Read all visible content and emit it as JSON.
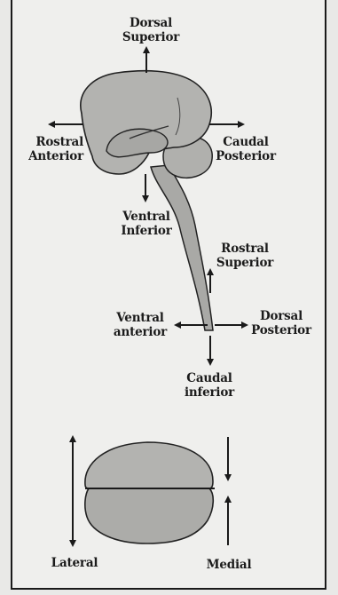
{
  "brain_diagram": {
    "dorsal_superior": [
      "Dorsal",
      "Superior"
    ],
    "rostral_anterior": [
      "Rostral",
      "Anterior"
    ],
    "caudal_posterior": [
      "Caudal",
      "Posterior"
    ],
    "ventral_inferior": [
      "Ventral",
      "Inferior"
    ]
  },
  "spinal_diagram": {
    "rostral_superior": [
      "Rostral",
      "Superior"
    ],
    "ventral_anterior": [
      "Ventral",
      "anterior"
    ],
    "dorsal_posterior": [
      "Dorsal",
      "Posterior"
    ],
    "caudal_inferior": [
      "Caudal",
      "inferior"
    ]
  },
  "section_diagram": {
    "lateral": "Lateral",
    "medial": "Medial"
  }
}
